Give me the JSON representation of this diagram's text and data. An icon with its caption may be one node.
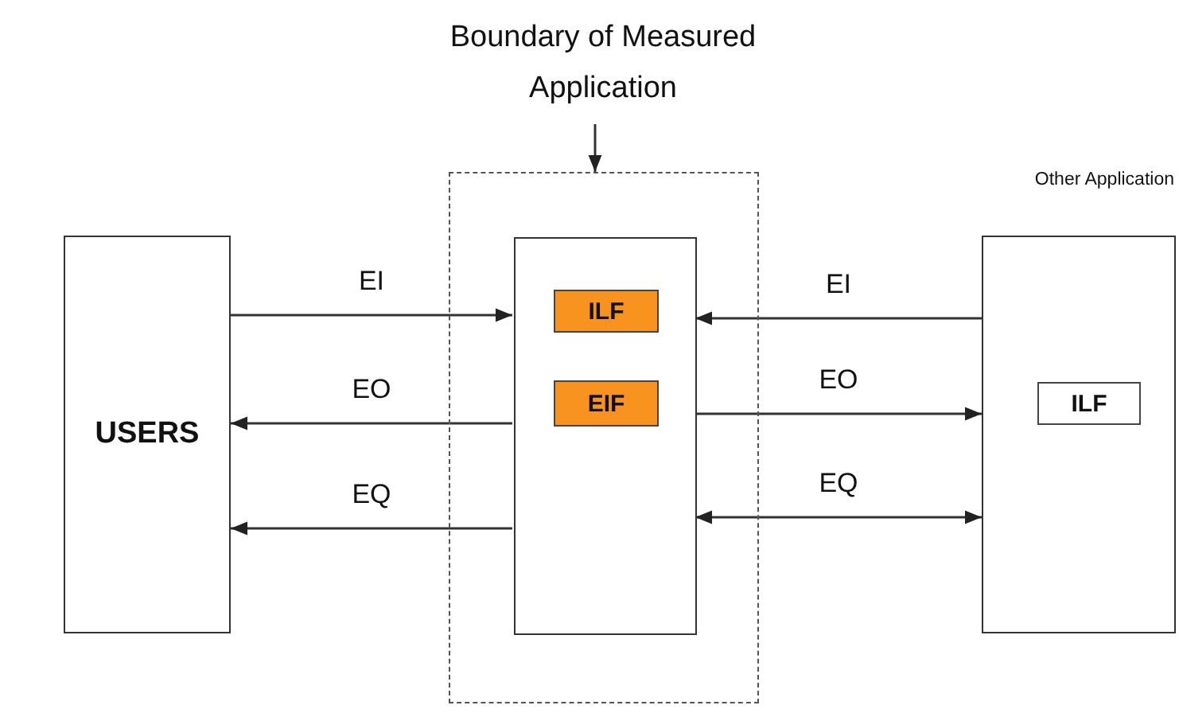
{
  "diagram": {
    "nodes": [
      {
        "text": [
          "Boundary of Measured Application"
        ]
      },
      {
        "text": [],
        "shape": "box"
      },
      {
        "text": [],
        "shape": "box",
        "in": 1
      },
      {
        "text": [
          "ILF"
        ],
        "in": 2
      },
      {
        "text": [
          "EIF"
        ],
        "in": 2
      },
      {
        "text": [
          "USERS"
        ]
      },
      {
        "text": [
          "Other Application"
        ]
      },
      {
        "text": [
          "ILF"
        ],
        "in": 6
      }
    ],
    "edges": [
      {
        "from": 0,
        "to": 1,
        "arrow": "to"
      },
      {
        "from": 5,
        "to": 2,
        "arrow": "to",
        "label": "EI"
      },
      {
        "from": 2,
        "to": 5,
        "arrow": "to",
        "label": "EO"
      },
      {
        "from": 2,
        "to": 5,
        "arrow": "to",
        "label": "EQ"
      },
      {
        "from": 6,
        "to": 2,
        "arrow": "to",
        "label": "EI"
      },
      {
        "from": 2,
        "to": 6,
        "arrow": "to",
        "label": "EO"
      },
      {
        "from": 2,
        "to": 6,
        "arrow": "both",
        "label": "EQ"
      }
    ]
  }
}
